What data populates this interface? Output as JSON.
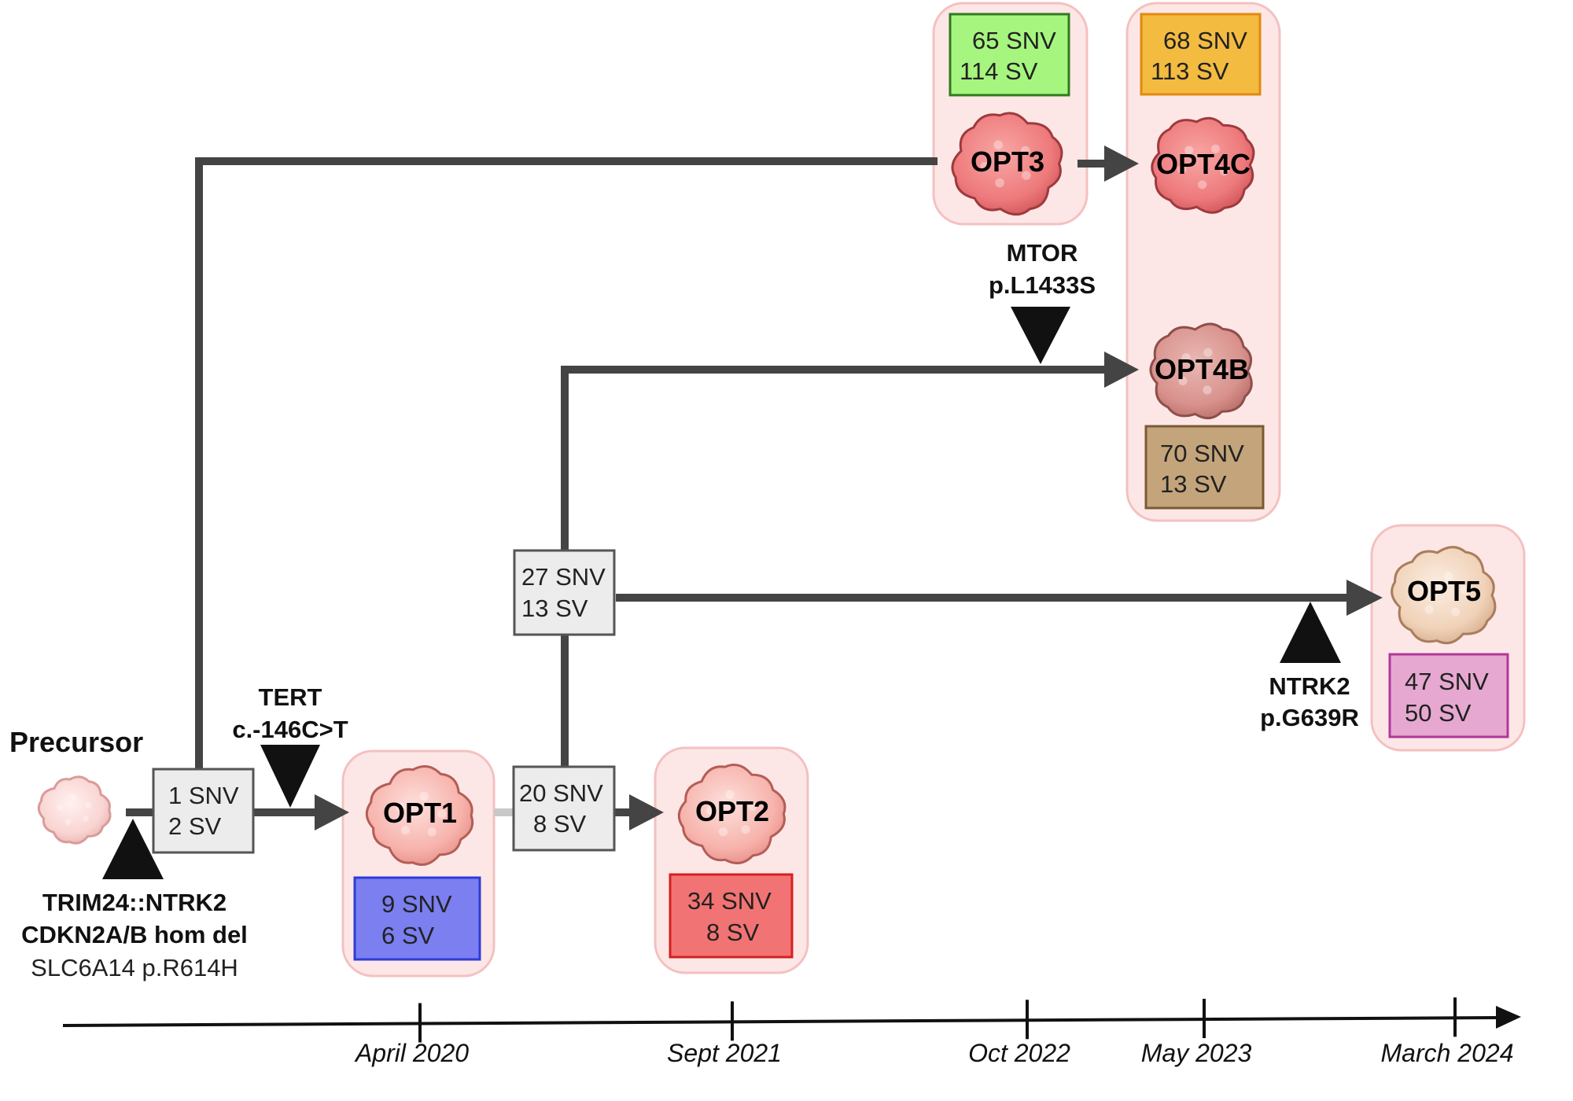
{
  "precursor": {
    "label": "Precursor"
  },
  "samples": {
    "opt1": {
      "label": "OPT1",
      "snv": "9 SNV",
      "sv": "6 SV",
      "color": "#7b7ff0",
      "border": "#2f3bd6"
    },
    "opt2": {
      "label": "OPT2",
      "snv": "34 SNV",
      "sv": "8 SV",
      "color": "#f27373",
      "border": "#d42020"
    },
    "opt3": {
      "label": "OPT3",
      "snv": "65 SNV",
      "sv": "114 SV",
      "color": "#a6f57e",
      "border": "#2f7a1e"
    },
    "opt4c": {
      "label": "OPT4C",
      "snv": "68 SNV",
      "sv": "113 SV",
      "color": "#f3bb40",
      "border": "#e08a10"
    },
    "opt4b": {
      "label": "OPT4B",
      "snv": "70 SNV",
      "sv": "13 SV",
      "color": "#c4a47a",
      "border": "#7a5a34"
    },
    "opt5": {
      "label": "OPT5",
      "snv": "47 SNV",
      "sv": "50 SV",
      "color": "#e6a8d0",
      "border": "#b0389a"
    }
  },
  "branches": {
    "b1": {
      "snv": "1 SNV",
      "sv": "2 SV"
    },
    "b2": {
      "snv": "20 SNV",
      "sv": "8 SV"
    },
    "b3": {
      "snv": "27 SNV",
      "sv": "13 SV"
    }
  },
  "mutations": {
    "founder": {
      "line1": "TRIM24::NTRK2",
      "line2": "CDKN2A/B hom del",
      "line3": "SLC6A14 p.R614H"
    },
    "tert": {
      "line1": "TERT",
      "line2": "c.-146C>T"
    },
    "mtor": {
      "line1": "MTOR",
      "line2": "p.L1433S"
    },
    "ntrk2": {
      "line1": "NTRK2",
      "line2": "p.G639R"
    }
  },
  "timeline": {
    "dates": [
      "April 2020",
      "Sept 2021",
      "Oct 2022",
      "May 2023",
      "March 2024"
    ]
  }
}
